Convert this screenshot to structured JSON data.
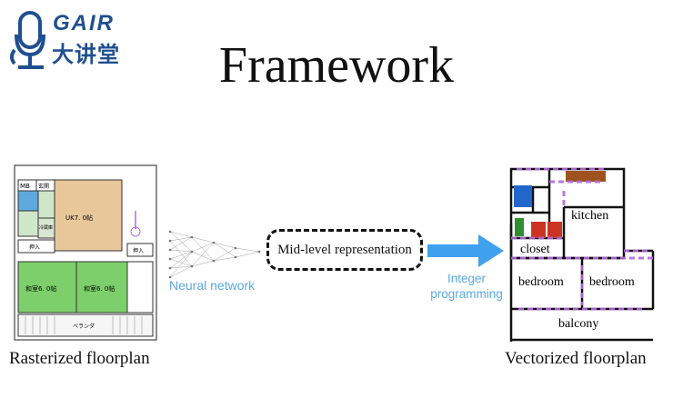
{
  "logo": {
    "latin": "GAIR",
    "cjk": "大讲堂"
  },
  "title": "Framework",
  "raster": {
    "caption": "Rasterized floorplan",
    "room_labels": [
      "MB",
      "玄関",
      "UK7. 0帖",
      "冷蔵庫",
      "和室6. 0帖",
      "和室6. 0帖",
      "押入",
      "押入",
      "ベランダ"
    ]
  },
  "network": {
    "label": "Neural network"
  },
  "mid": {
    "label": "Mid-level representation"
  },
  "integer": {
    "line1": "Integer",
    "line2": "programming"
  },
  "vector": {
    "caption": "Vectorized floorplan",
    "rooms": {
      "kitchen": "kitchen",
      "closet": "closet",
      "bedroom_left": "bedroom",
      "bedroom_right": "bedroom",
      "balcony": "balcony"
    }
  },
  "colors": {
    "accent_blue": "#5aa8e6",
    "logo_blue": "#1f4f8f",
    "junction_purple": "#b36ad9",
    "room_green": "#3f9e3f",
    "kitchen_wood": "#a0521d"
  }
}
